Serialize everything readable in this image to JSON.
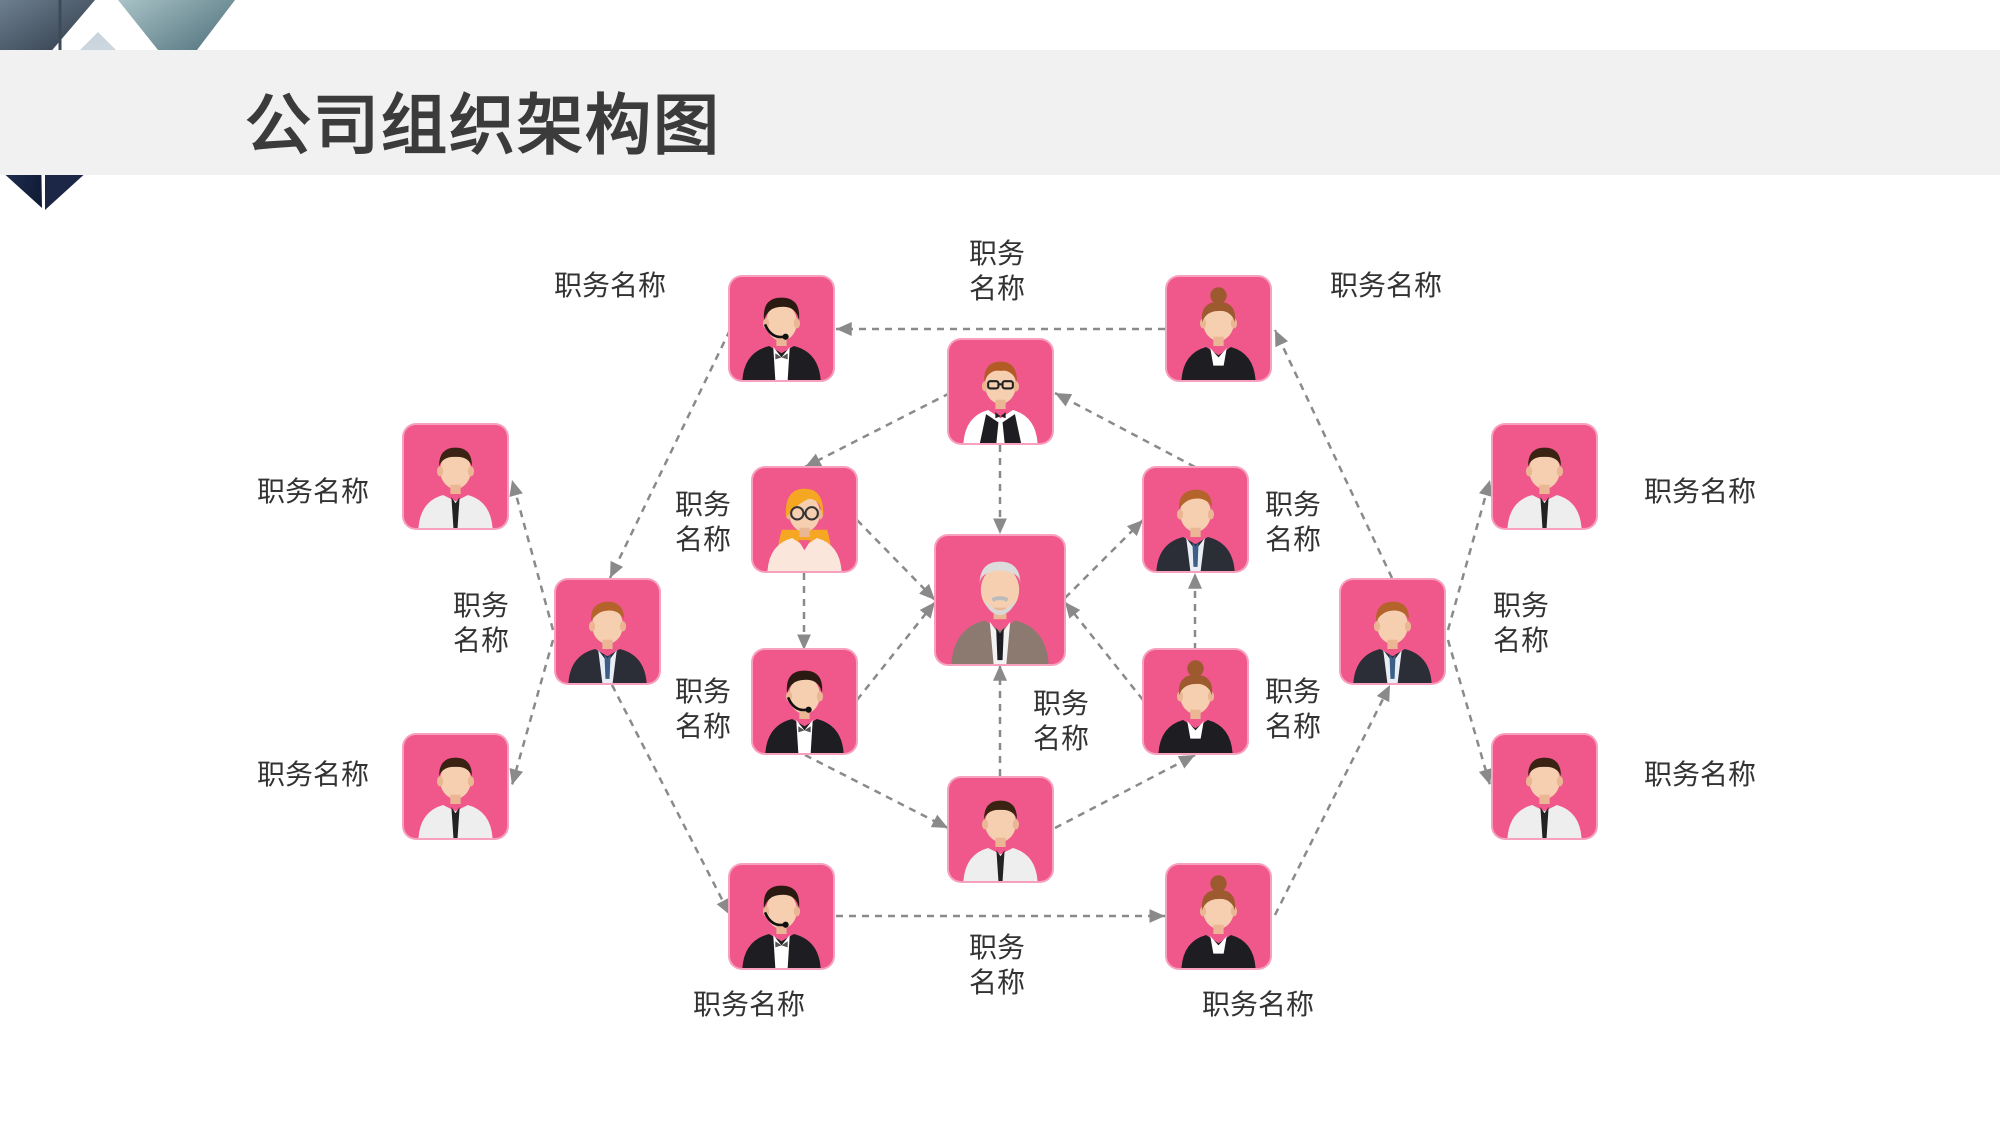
{
  "title": "公司组织架构图",
  "colors": {
    "node": "#f0578a",
    "edge": "#8a8a8a",
    "band": "#f1f1f1"
  },
  "nodes": {
    "center": {
      "icon": "elderly-executive-avatar-icon"
    },
    "top": {
      "icon": "glasses-man-vest-avatar-icon"
    },
    "inner_ul": {
      "icon": "glasses-woman-avatar-icon"
    },
    "inner_ur": {
      "icon": "man-suit-avatar-icon"
    },
    "inner_ll": {
      "icon": "headset-man-avatar-icon"
    },
    "inner_lr": {
      "icon": "woman-bun-avatar-icon"
    },
    "bottom": {
      "icon": "man-shirt-avatar-icon"
    },
    "hex_tl": {
      "icon": "headset-man-avatar-icon"
    },
    "hex_tr": {
      "icon": "woman-bun-avatar-icon"
    },
    "hex_l": {
      "icon": "man-suit-avatar-icon"
    },
    "hex_r": {
      "icon": "man-suit-avatar-icon"
    },
    "hex_bl": {
      "icon": "headset-man-avatar-icon"
    },
    "hex_br": {
      "icon": "woman-bun-avatar-icon"
    },
    "leaf_ul": {
      "icon": "man-shirt-avatar-icon"
    },
    "leaf_ll": {
      "icon": "man-shirt-avatar-icon"
    },
    "leaf_ur": {
      "icon": "man-shirt-avatar-icon"
    },
    "leaf_lr": {
      "icon": "man-shirt-avatar-icon"
    }
  },
  "labels": {
    "hex_tl": "职务名称",
    "top": "职务名称",
    "hex_tr": "职务名称",
    "leaf_ul": "职务名称",
    "inner_ul": "职务名称",
    "inner_ur": "职务名称",
    "leaf_ur": "职务名称",
    "hex_l": "职务名称",
    "hex_r": "职务名称",
    "inner_ll": "职务名称",
    "bottom": "职务名称",
    "inner_lr": "职务名称",
    "leaf_ll": "职务名称",
    "leaf_lr": "职务名称",
    "hex_bl": "职务名称",
    "edge_bottom": "职务名称",
    "hex_br": "职务名称"
  }
}
